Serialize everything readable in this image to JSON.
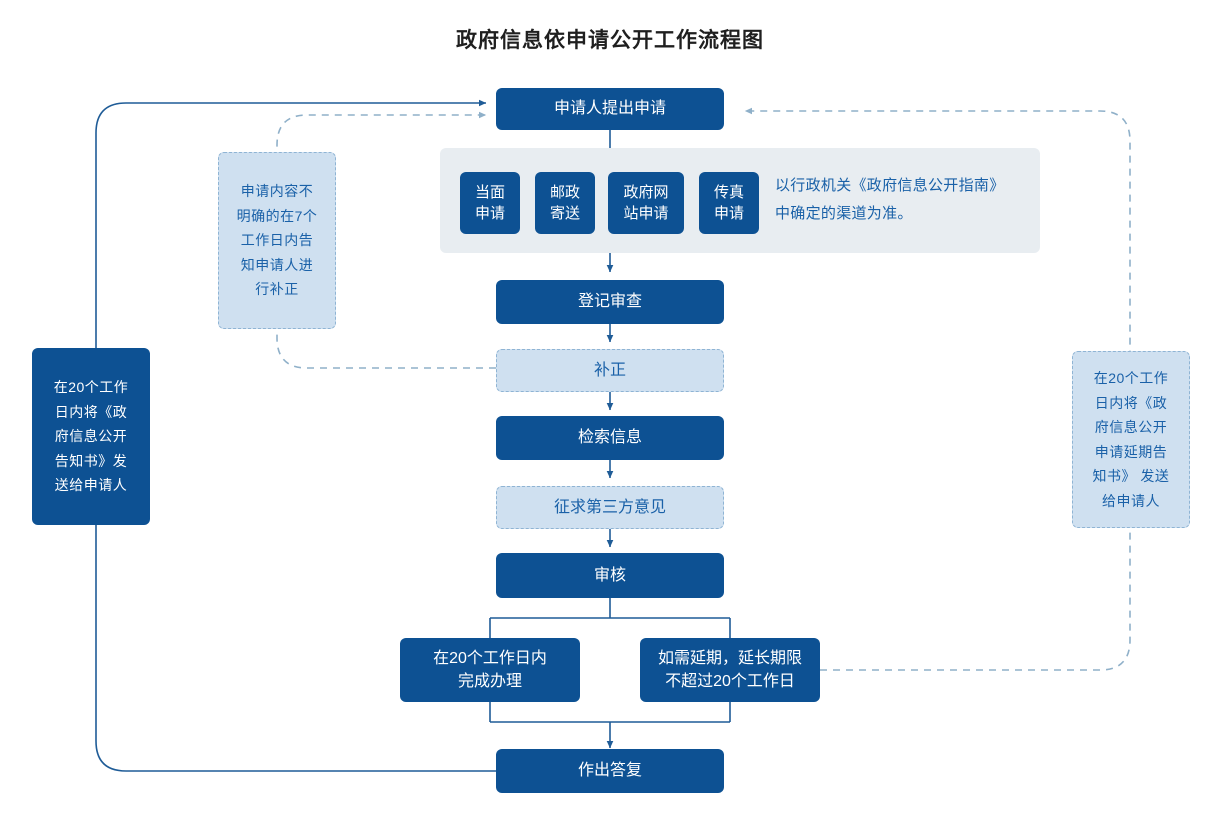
{
  "title": "政府信息依申请公开工作流程图",
  "colors": {
    "primary": "#0d5193",
    "light_fill": "#cfe0f0",
    "band_fill": "#e8edf1",
    "dash_border": "#8fb4d4",
    "light_text": "#1a61a8",
    "wire_solid": "#1f5c97",
    "wire_dashed": "#8fb0c9"
  },
  "flow": {
    "start": {
      "label": "申请人提出申请"
    },
    "channels": [
      {
        "label": "当面\n申请"
      },
      {
        "label": "邮政\n寄送"
      },
      {
        "label": "政府网\n站申请"
      },
      {
        "label": "传真\n申请"
      }
    ],
    "channel_note": "以行政机关《政府信息公开指南》\n中确定的渠道为准。",
    "steps": [
      {
        "label": "登记审查",
        "style": "solid"
      },
      {
        "label": "补正",
        "style": "dashed"
      },
      {
        "label": "检索信息",
        "style": "solid"
      },
      {
        "label": "征求第三方意见",
        "style": "dashed"
      },
      {
        "label": "审核",
        "style": "solid"
      }
    ],
    "branch_left": {
      "label": "在20个工作日内\n完成办理"
    },
    "branch_right": {
      "label": "如需延期，延长期限\n不超过20个工作日"
    },
    "end": {
      "label": "作出答复"
    }
  },
  "notes": {
    "supplement": "申请内容不\n明确的在7个\n工作日内告\n知申请人进\n行补正",
    "left_dark": "在20个工作\n日内将《政\n府信息公开\n告知书》发\n送给申请人",
    "right_extend": "在20个工作\n日内将《政\n府信息公开\n申请延期告\n知书》 发送\n给申请人"
  }
}
